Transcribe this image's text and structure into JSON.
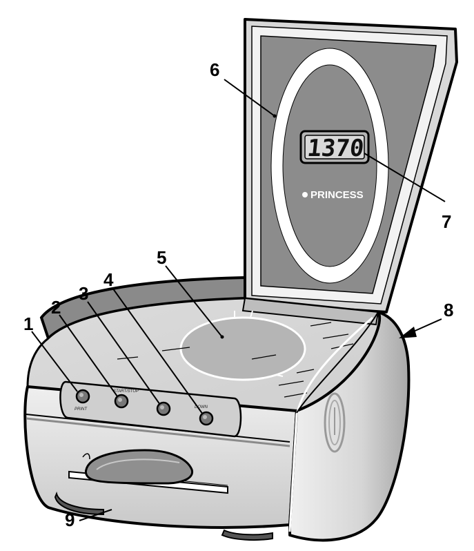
{
  "brand": "PRINCESS",
  "display_readout": "1370",
  "button_labels": [
    "PRINT",
    "START/STOP",
    "DOWN"
  ],
  "callouts": [
    {
      "id": "1",
      "label": "1"
    },
    {
      "id": "2",
      "label": "2"
    },
    {
      "id": "3",
      "label": "3"
    },
    {
      "id": "4",
      "label": "4"
    },
    {
      "id": "5",
      "label": "5"
    },
    {
      "id": "6",
      "label": "6"
    },
    {
      "id": "7",
      "label": "7"
    },
    {
      "id": "8",
      "label": "8"
    },
    {
      "id": "9",
      "label": "9"
    }
  ],
  "colors": {
    "lid_panel": "#8c8c8c",
    "ring": "#ffffff",
    "body_light": "#e4e4e4",
    "body_mid": "#bdbdbd",
    "outline": "#000000"
  }
}
